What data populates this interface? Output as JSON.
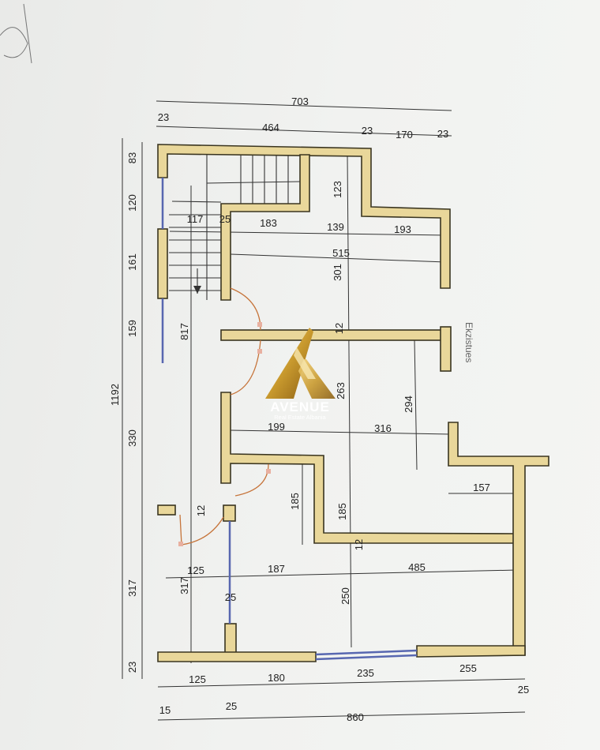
{
  "floor_plan": {
    "dimension_labels": [
      "703",
      "23",
      "464",
      "23",
      "170",
      "23",
      "83",
      "120",
      "161",
      "159",
      "330",
      "317",
      "23",
      "1192",
      "817",
      "117",
      "25",
      "183",
      "139",
      "193",
      "515",
      "123",
      "301",
      "12",
      "263",
      "294",
      "199",
      "316",
      "157",
      "185",
      "185",
      "12",
      "12",
      "125",
      "187",
      "485",
      "317",
      "25",
      "250",
      "125",
      "180",
      "235",
      "255",
      "25",
      "15",
      "25",
      "860"
    ],
    "annotation": "Ekzistues",
    "colors": {
      "wall_fill": "#e9d79a",
      "window": "#5867b0",
      "door_swing": "#c6743a",
      "logo_gold": "#c99a2e"
    }
  },
  "watermark": {
    "brand": "AVENUE",
    "tagline": "Real Estate Albania"
  }
}
